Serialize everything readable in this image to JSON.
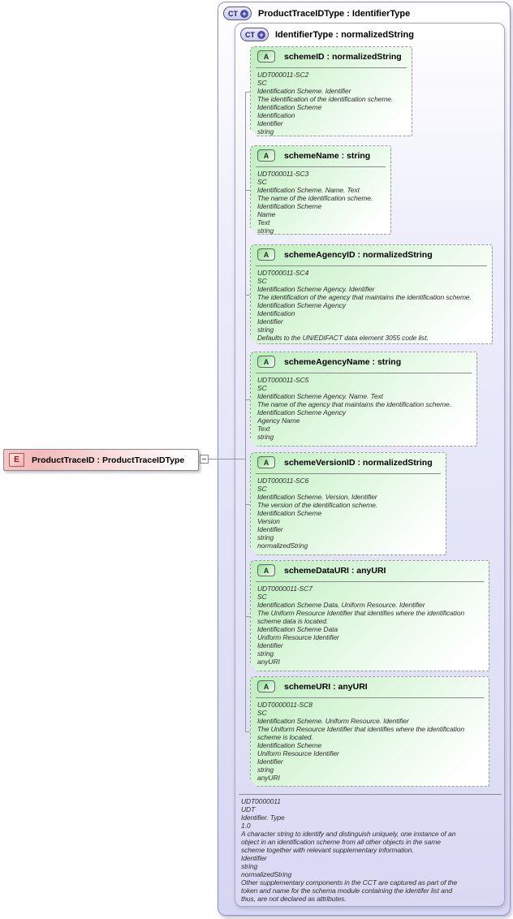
{
  "outer": {
    "badge": "CT",
    "plus": "+",
    "title": "ProductTraceIDType : IdentifierType"
  },
  "inner": {
    "badge": "CT",
    "plus": "+",
    "title": "IdentifierType : normalizedString"
  },
  "element": {
    "badge": "E",
    "title": "ProductTraceID : ProductTraceIDType"
  },
  "attributes": [
    {
      "badge": "A",
      "title": "schemeID : normalizedString",
      "doc_lines": [
        "UDT000011-SC2",
        "SC",
        "Identification Scheme. Identifier",
        "The identification of the identification scheme.",
        "Identification Scheme",
        "Identification",
        "Identifier",
        "string"
      ]
    },
    {
      "badge": "A",
      "title": "schemeName : string",
      "doc_lines": [
        "UDT000011-SC3",
        "SC",
        "Identification Scheme. Name. Text",
        "The name of the identification scheme.",
        "Identification Scheme",
        "Name",
        "Text",
        "string"
      ]
    },
    {
      "badge": "A",
      "title": "schemeAgencyID : normalizedString",
      "doc_lines": [
        "UDT000011-SC4",
        "SC",
        "Identification Scheme Agency. Identifier",
        "The identification of the agency that maintains the identification scheme.",
        "Identification Scheme Agency",
        "Identification",
        "Identifier",
        "string",
        "Defaults to the UN/EDIFACT data element 3055 code list."
      ]
    },
    {
      "badge": "A",
      "title": "schemeAgencyName : string",
      "doc_lines": [
        "UDT000011-SC5",
        "SC",
        "Identification Scheme Agency. Name. Text",
        "The name of the agency that maintains the identification scheme.",
        "Identification Scheme Agency",
        "Agency Name",
        "Text",
        "string"
      ]
    },
    {
      "badge": "A",
      "title": "schemeVersionID : normalizedString",
      "doc_lines": [
        "UDT000011-SC6",
        "SC",
        "Identification Scheme. Version. Identifier",
        "The version of the identification scheme.",
        "Identification Scheme",
        "Version",
        "Identifier",
        "string",
        "normalizedString"
      ]
    },
    {
      "badge": "A",
      "title": "schemeDataURI : anyURI",
      "doc_lines": [
        "UDT0000011-SC7",
        "SC",
        "Identification Scheme Data. Uniform Resource. Identifier",
        "The Uniform Resource Identifier that identifies where the identification",
        "scheme data is located.",
        "Identification Scheme Data",
        "Uniform Resource Identifier",
        "Identifier",
        "string",
        "anyURI"
      ]
    },
    {
      "badge": "A",
      "title": "schemeURI : anyURI",
      "doc_lines": [
        "UDT0000011-SC8",
        "SC",
        "Identification Scheme. Uniform Resource. Identifier",
        "The Uniform Resource Identifier that identifies where the identification",
        "scheme is located.",
        "Identification Scheme",
        "Uniform Resource Identifier",
        "Identifier",
        "string",
        "anyURI"
      ]
    }
  ],
  "type_doc_lines": [
    "UDT0000011",
    "UDT",
    "Identifier. Type",
    "1.0",
    "A character string to identify and distinguish uniquely, one instance of an",
    "object in an identification scheme from all other objects in the same",
    "scheme together with relevant supplementary information.",
    "Identifier",
    "string",
    "normalizedString",
    "Other supplementary components in the CCT are captured as part of the",
    "token and name for the schema module containing the identifer list and",
    "thus, are not declared as attributes."
  ],
  "colors": {
    "container_fill": "#d6d6f2",
    "container_border": "#9191bf",
    "attribute_fill": "#bfefbf",
    "attribute_border": "#9a9a9a",
    "element_fill": "#f3baba",
    "element_border": "#8a8a8a",
    "badge_ct_border": "#55557f",
    "badge_ct_plus": "#4a4aa8",
    "badge_a_fill": "#9bdf9b",
    "badge_e_fill": "#f1aeae",
    "connector": "#999999"
  }
}
